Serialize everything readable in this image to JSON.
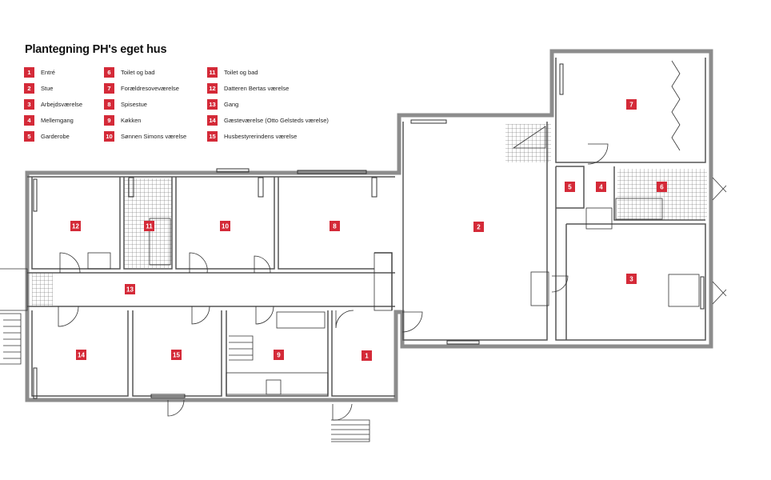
{
  "title": "Plantegning PH's eget hus",
  "colors": {
    "accent": "#d42a38",
    "wall": "#8c8c8c",
    "line": "#222222"
  },
  "legend": [
    {
      "num": "1",
      "label": "Entré"
    },
    {
      "num": "2",
      "label": "Stue"
    },
    {
      "num": "3",
      "label": "Arbejdsværelse"
    },
    {
      "num": "4",
      "label": "Mellemgang"
    },
    {
      "num": "5",
      "label": "Garderobe"
    },
    {
      "num": "6",
      "label": "Toilet og bad"
    },
    {
      "num": "7",
      "label": "Forældresoveværelse"
    },
    {
      "num": "8",
      "label": "Spisestue"
    },
    {
      "num": "9",
      "label": "Køkken"
    },
    {
      "num": "10",
      "label": "Sønnen Simons værelse"
    },
    {
      "num": "11",
      "label": "Toilet og bad"
    },
    {
      "num": "12",
      "label": "Datteren Bertas værelse"
    },
    {
      "num": "13",
      "label": "Gang"
    },
    {
      "num": "14",
      "label": "Gæsteværelse (Otto Gelsteds værelse)"
    },
    {
      "num": "15",
      "label": "Husbestyrerindens værelse"
    }
  ],
  "rooms": [
    "1",
    "2",
    "3",
    "4",
    "5",
    "6",
    "7",
    "8",
    "9",
    "10",
    "11",
    "12",
    "13",
    "14",
    "15"
  ]
}
